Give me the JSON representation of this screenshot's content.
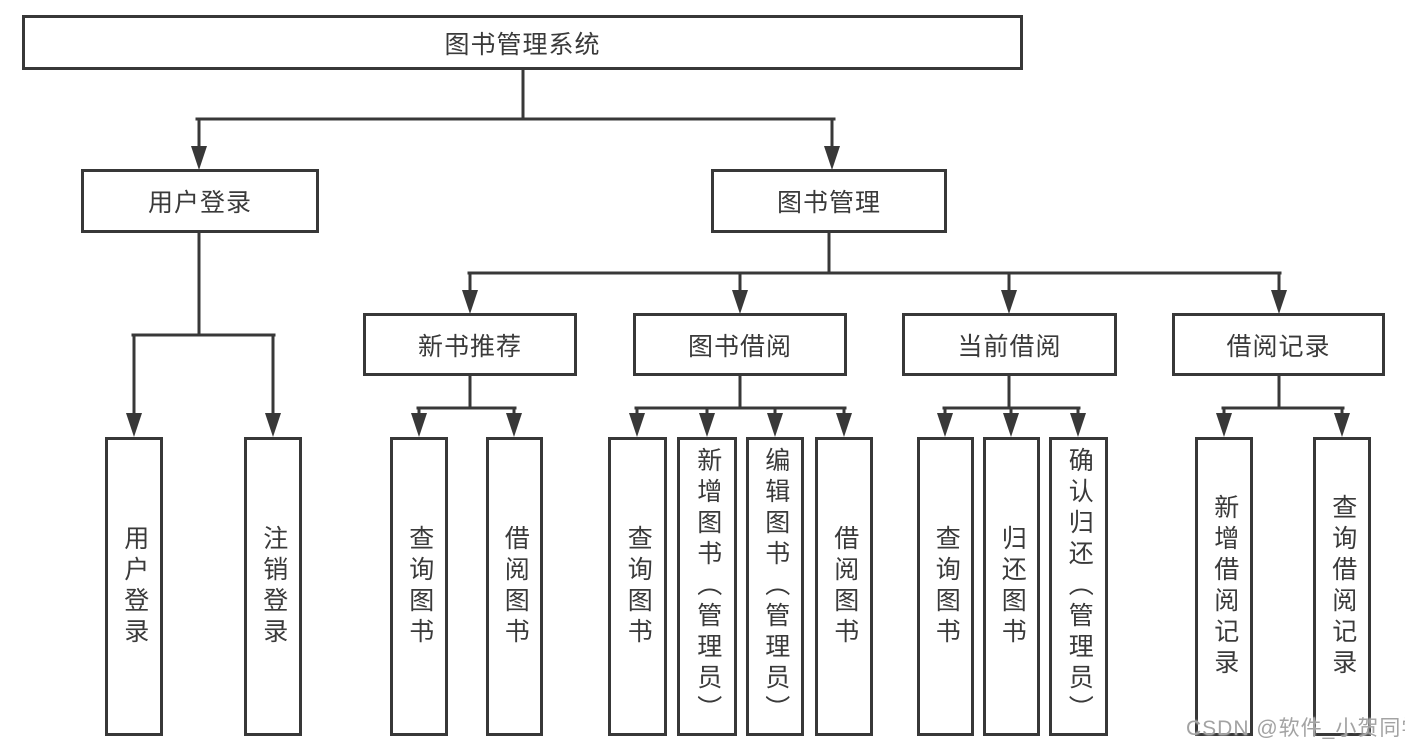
{
  "watermark": "CSDN @软件_小贺同学",
  "colors": {
    "line": "#383838",
    "node_border": "#383838",
    "node_text": "#3a3a3a",
    "watermark": "#a3a3a3",
    "background": "#ffffff"
  },
  "tree": {
    "label": "图书管理系统",
    "children": [
      {
        "label": "用户登录",
        "children": [
          {
            "label": "用户登录"
          },
          {
            "label": "注销登录"
          }
        ]
      },
      {
        "label": "图书管理",
        "children": [
          {
            "label": "新书推荐",
            "children": [
              {
                "label": "查询图书"
              },
              {
                "label": "借阅图书"
              }
            ]
          },
          {
            "label": "图书借阅",
            "children": [
              {
                "label": "查询图书"
              },
              {
                "label": "新增图书（管理员）"
              },
              {
                "label": "编辑图书（管理员）"
              },
              {
                "label": "借阅图书"
              }
            ]
          },
          {
            "label": "当前借阅",
            "children": [
              {
                "label": "查询图书"
              },
              {
                "label": "归还图书"
              },
              {
                "label": "确认归还（管理员）"
              }
            ]
          },
          {
            "label": "借阅记录",
            "children": [
              {
                "label": "新增借阅记录"
              },
              {
                "label": "查询借阅记录"
              }
            ]
          }
        ]
      }
    ]
  }
}
